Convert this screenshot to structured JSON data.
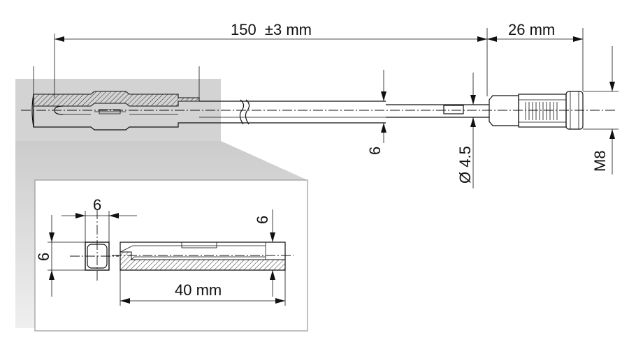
{
  "dimensions": {
    "overall_length": "150  ±3 mm",
    "connector_length": "26 mm",
    "tube_height": "6",
    "tube_diameter": "Ø 4.5",
    "thread": "M8",
    "detail_width": "6",
    "detail_height": "6",
    "detail_side_height": "6",
    "detail_length": "40 mm"
  },
  "colors": {
    "highlight_panel": "#d3d3d3",
    "detail_frame_shadow": "#bdbdbd",
    "line": "#111111"
  }
}
